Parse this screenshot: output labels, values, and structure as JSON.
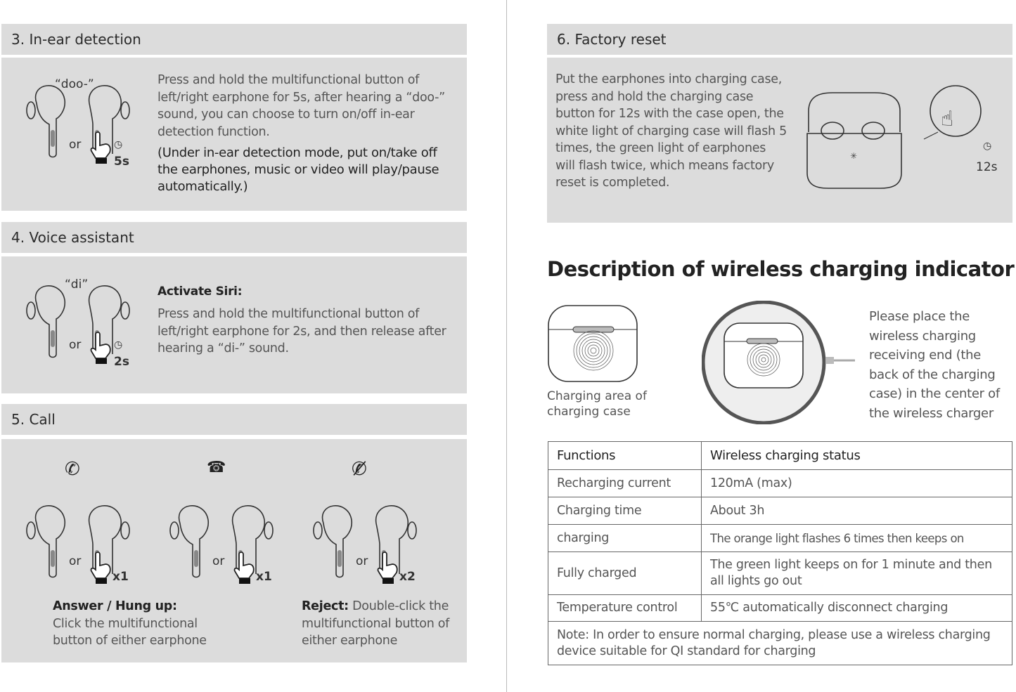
{
  "sections": {
    "in_ear": {
      "title": "3. In-ear detection",
      "sound": "“doo-”",
      "or": "or",
      "duration": "5s",
      "text": "Press and hold the multifunctional button of left/right earphone for 5s,  after hearing a “doo-” sound, you can choose to turn on/off in-ear detection function.",
      "note": "(Under in-ear detection mode, put on/take off the earphones, music or video will play/pause automatically.)"
    },
    "voice": {
      "title": "4. Voice assistant",
      "sound": "“di”",
      "or": "or",
      "duration": "2s",
      "heading": "Activate Siri:",
      "text": "Press and hold the multifunctional button of left/right earphone for 2s, and then release after hearing a “di-” sound."
    },
    "call": {
      "title": "5. Call",
      "or": "or",
      "answer_count": "x1",
      "hangup_count": "x1",
      "reject_count": "x2",
      "answer_heading": "Answer / Hung up:",
      "answer_text": "Click  the multifunctional button  of either earphone",
      "reject_heading": "Reject:",
      "reject_text": " Double-click the multifunctional button of either earphone"
    },
    "reset": {
      "title": "6. Factory reset",
      "text": "Put the earphones into charging case, press and hold the charging case button for 12s with the case open, the white light of charging case will flash 5 times, the green light of earphones will flash twice, which means factory reset is completed.",
      "duration": "12s"
    }
  },
  "wireless": {
    "title": "Description of wireless charging indicator",
    "case_caption": "Charging area of charging case",
    "instruction": "Please place the wireless charging receiving end (the back of the charging case) in the center of the wireless charger"
  },
  "table": {
    "headers": [
      "Functions",
      "Wireless charging status"
    ],
    "rows": [
      [
        "Recharging current",
        "120mA (max)"
      ],
      [
        "Charging time",
        "About 3h"
      ],
      [
        "charging",
        "The orange light flashes 6 times then keeps on"
      ],
      [
        "Fully charged",
        "The green light keeps on for 1 minute and then all lights go out"
      ],
      [
        "Temperature control",
        "55℃ automatically disconnect charging"
      ]
    ],
    "note": "Note: In order to ensure normal charging, please use a wireless charging device suitable for QI standard for charging"
  }
}
